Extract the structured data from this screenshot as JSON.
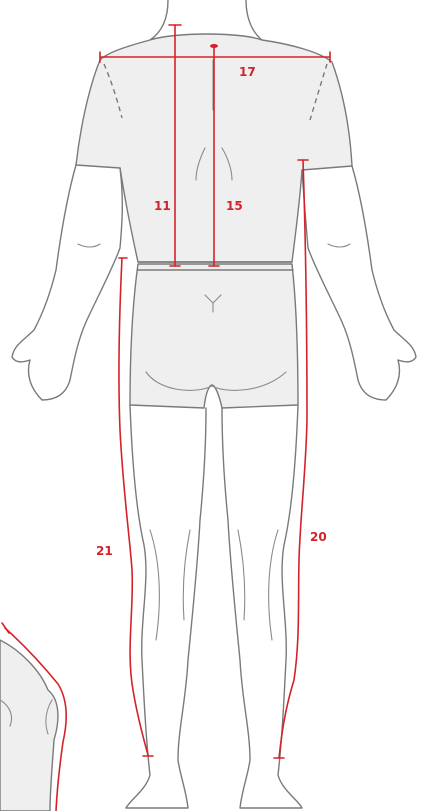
{
  "measurements": [
    {
      "id": "11",
      "label": "11"
    },
    {
      "id": "15",
      "label": "15"
    },
    {
      "id": "17",
      "label": "17"
    },
    {
      "id": "20",
      "label": "20"
    },
    {
      "id": "21",
      "label": "21"
    }
  ],
  "colors": {
    "measure_line": "#d3232a",
    "body_fill": "#efefef",
    "body_outline": "#7a7a7a"
  }
}
